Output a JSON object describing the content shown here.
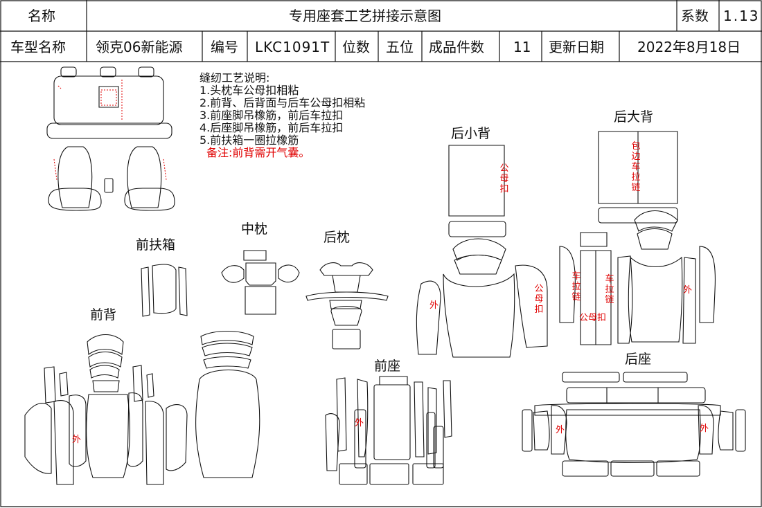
{
  "header": {
    "name_label": "名称",
    "title": "专用座套工艺拼接示意图",
    "coef_label": "系数",
    "coef_value": "1.13",
    "model_label": "车型名称",
    "model_value": "领克06新能源",
    "code_label": "编号",
    "code_value": "LKC1091T",
    "seats_label": "位数",
    "seats_value": "五位",
    "pieces_label": "成品件数",
    "pieces_value": "11",
    "date_label": "更新日期",
    "date_value": "2022年8月18日"
  },
  "notes": {
    "title": "缝纫工艺说明:",
    "items": [
      "1.头枕车公母扣相粘",
      "2.前背、后背面与后车公母扣相粘",
      "3.前座脚吊橡筋，前后车拉扣",
      "4.后座脚吊橡筋，前后车拉扣",
      "5.前扶箱一圈拉橡筋"
    ],
    "remark": "备注:前背需开气囊。"
  },
  "labels": {
    "front_armrest": "前扶箱",
    "middle_pillow": "中枕",
    "rear_pillow": "后枕",
    "front_back": "前背",
    "front_seat": "前座",
    "rear_small_back": "后小背",
    "rear_big_back": "后大背",
    "rear_seat": "后座"
  },
  "marks": {
    "outer": "外",
    "snap": "公母扣",
    "zip": "车拉链",
    "edge_zip": "包边车拉链"
  },
  "colors": {
    "line": "#111111",
    "mark": "#e00000",
    "watermark": "#f0c8d8"
  }
}
